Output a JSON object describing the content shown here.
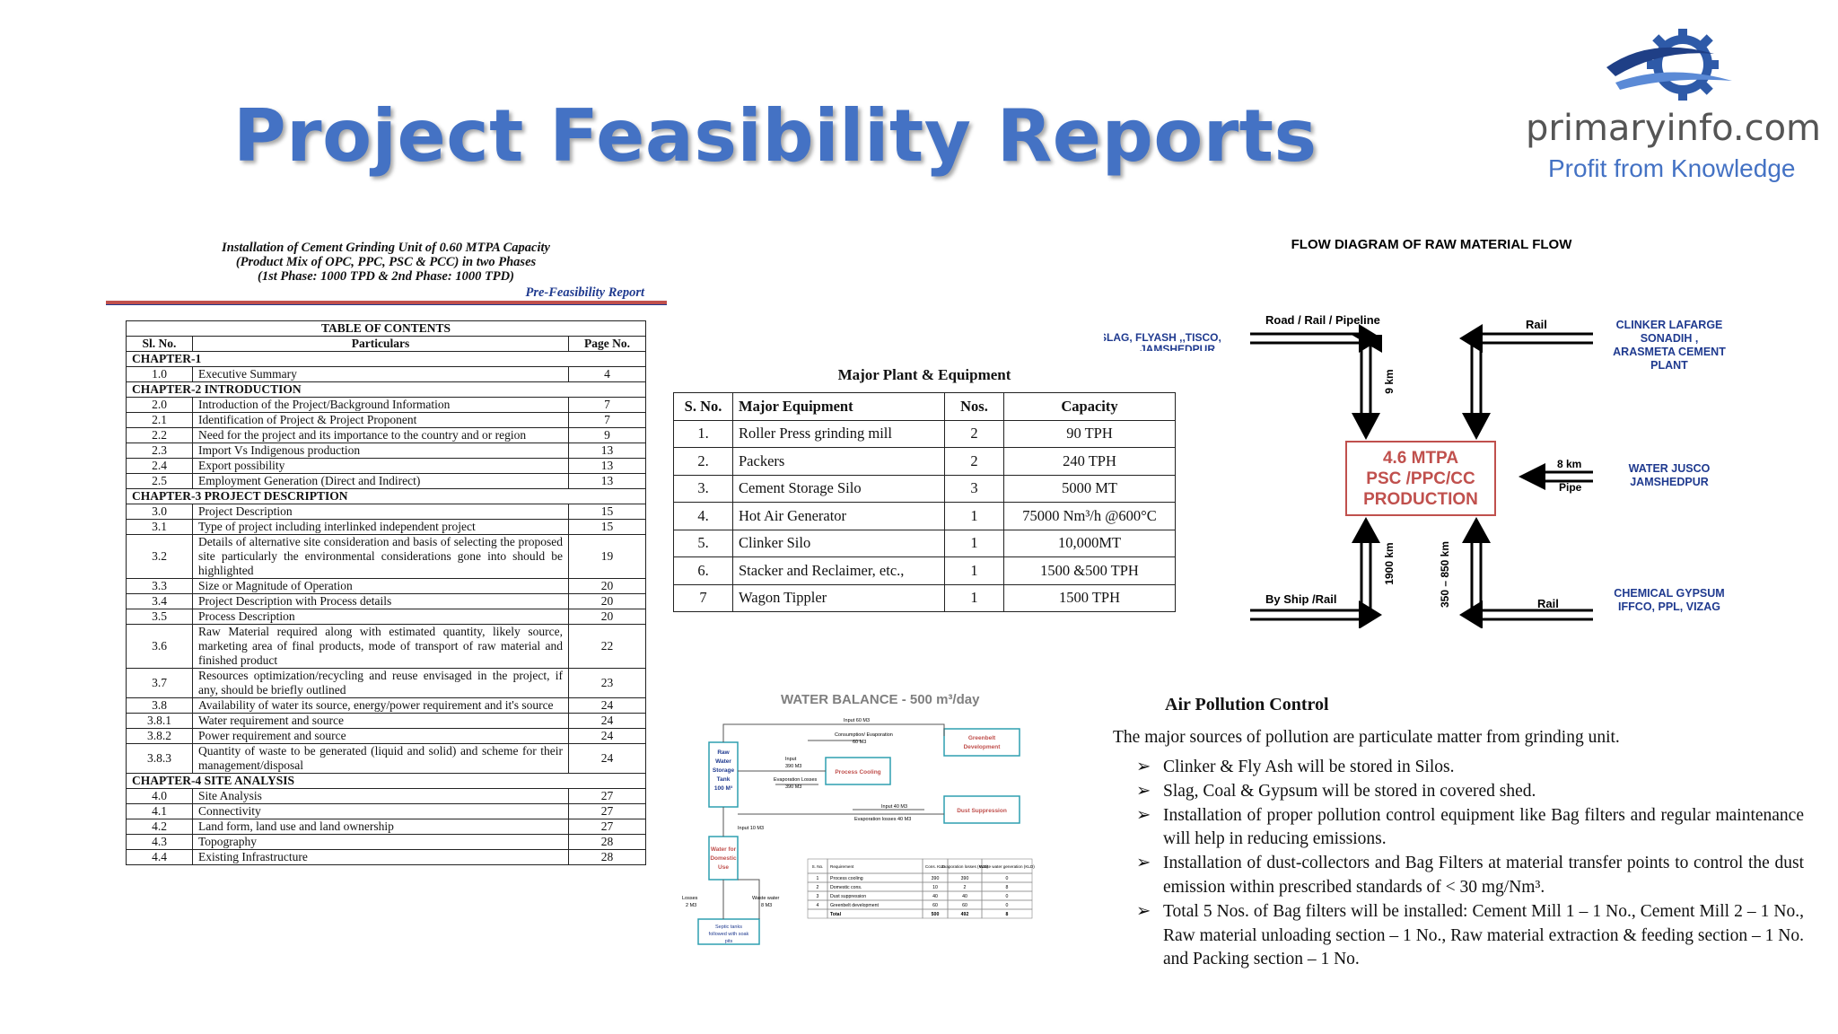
{
  "page_title": "Project Feasibility Reports",
  "logo": {
    "name": "primaryinfo.com",
    "tagline": "Profit from Knowledge"
  },
  "report_header": {
    "lines": [
      "Installation of Cement Grinding Unit of 0.60 MTPA Capacity",
      "(Product Mix of OPC, PPC, PSC & PCC) in two Phases",
      "(1st Phase: 1000 TPD & 2nd Phase: 1000 TPD)"
    ],
    "subtitle": "Pre-Feasibility Report"
  },
  "toc": {
    "heading": "TABLE OF CONTENTS",
    "columns": [
      "Sl. No.",
      "Particulars",
      "Page No."
    ],
    "rows": [
      {
        "type": "chapter",
        "text": "CHAPTER-1"
      },
      {
        "no": "1.0",
        "text": "Executive Summary",
        "page": "4"
      },
      {
        "type": "chapter",
        "text": "CHAPTER-2  INTRODUCTION"
      },
      {
        "no": "2.0",
        "text": "Introduction of the Project/Background Information",
        "page": "7"
      },
      {
        "no": "2.1",
        "text": "Identification of Project & Project Proponent",
        "page": "7"
      },
      {
        "no": "2.2",
        "text": "Need for the project and its importance to the country and or region",
        "page": "9"
      },
      {
        "no": "2.3",
        "text": "Import Vs Indigenous production",
        "page": "13"
      },
      {
        "no": "2.4",
        "text": "Export possibility",
        "page": "13"
      },
      {
        "no": "2.5",
        "text": "Employment Generation (Direct and Indirect)",
        "page": "13"
      },
      {
        "type": "chapter",
        "text": "CHAPTER-3  PROJECT DESCRIPTION"
      },
      {
        "no": "3.0",
        "text": "Project Description",
        "page": "15"
      },
      {
        "no": "3.1",
        "text": "Type of project including interlinked independent project",
        "page": "15"
      },
      {
        "no": "3.2",
        "text": "Details of alternative site consideration and basis of selecting the proposed site particularly the environmental considerations gone into should be highlighted",
        "page": "19"
      },
      {
        "no": "3.3",
        "text": "Size or Magnitude of Operation",
        "page": "20"
      },
      {
        "no": "3.4",
        "text": "Project Description with Process details",
        "page": "20"
      },
      {
        "no": "3.5",
        "text": "Process Description",
        "page": "20"
      },
      {
        "no": "3.6",
        "text": "Raw Material required along with estimated quantity, likely source, marketing area of final products, mode of transport of raw material and finished product",
        "page": "22"
      },
      {
        "no": "3.7",
        "text": "Resources optimization/recycling and reuse envisaged in the project, if any, should be briefly outlined",
        "page": "23"
      },
      {
        "no": "3.8",
        "text": "Availability of water its source, energy/power requirement and it's source",
        "page": "24"
      },
      {
        "no": "3.8.1",
        "text": "Water requirement and source",
        "page": "24"
      },
      {
        "no": "3.8.2",
        "text": "Power requirement and source",
        "page": "24"
      },
      {
        "no": "3.8.3",
        "text": "Quantity of waste to be generated (liquid and solid) and scheme for their management/disposal",
        "page": "24"
      },
      {
        "type": "chapter",
        "text": "CHAPTER-4  SITE ANALYSIS"
      },
      {
        "no": "4.0",
        "text": "Site Analysis",
        "page": "27"
      },
      {
        "no": "4.1",
        "text": "Connectivity",
        "page": "27"
      },
      {
        "no": "4.2",
        "text": "Land form, land use and land ownership",
        "page": "27"
      },
      {
        "no": "4.3",
        "text": "Topography",
        "page": "28"
      },
      {
        "no": "4.4",
        "text": "Existing Infrastructure",
        "page": "28"
      }
    ]
  },
  "equipment": {
    "caption": "Major Plant & Equipment",
    "columns": [
      "S. No.",
      "Major Equipment",
      "Nos.",
      "Capacity"
    ],
    "rows": [
      {
        "sno": "1.",
        "item": "Roller Press grinding mill",
        "nos": "2",
        "cap": "90 TPH"
      },
      {
        "sno": "2.",
        "item": "Packers",
        "nos": "2",
        "cap": "240 TPH"
      },
      {
        "sno": "3.",
        "item": "Cement Storage Silo",
        "nos": "3",
        "cap": "5000 MT"
      },
      {
        "sno": "4.",
        "item": "Hot Air Generator",
        "nos": "1",
        "cap": "75000 Nm³/h @600°C"
      },
      {
        "sno": "5.",
        "item": "Clinker Silo",
        "nos": "1",
        "cap": "10,000MT"
      },
      {
        "sno": "6.",
        "item": "Stacker and Reclaimer, etc.,",
        "nos": "1",
        "cap": "1500 &500 TPH"
      },
      {
        "sno": "7",
        "item": "Wagon Tippler",
        "nos": "1",
        "cap": "1500 TPH"
      }
    ]
  },
  "flow": {
    "title": "FLOW DIAGRAM OF RAW MATERIAL FLOW",
    "center": [
      "4.6 MTPA",
      "PSC /PPC/CC",
      "PRODUCTION"
    ],
    "tl_label": "Road / Rail / Pipeline",
    "tl_source": "SLAG, FLYASH ,,TISCO,",
    "tl_source2": "JAMSHEDPUR",
    "tl_dist": "9 km",
    "tr_label": "Rail",
    "tr_source": [
      "CLINKER LAFARGE",
      "SONADIH ,",
      "ARASMETA CEMENT",
      "PLANT"
    ],
    "r_dist": "8 km",
    "r_mode": "Pipe",
    "r_source": [
      "WATER JUSCO",
      "JAMSHEDPUR"
    ],
    "bl_label": "By Ship /Rail",
    "bl_dist": "1900 km",
    "br_dist": "350 – 850 km",
    "br_label": "Rail",
    "br_source": [
      "CHEMICAL GYPSUM",
      "IFFCO, PPL, VIZAG"
    ]
  },
  "water_balance": {
    "title": "WATER BALANCE - 500 m³/day",
    "tank": [
      "Raw",
      "Water",
      "Storage",
      "Tank",
      "100 M³"
    ],
    "domestic": [
      "Water for",
      "Domestic",
      "Use"
    ],
    "greenbelt": [
      "Greenbelt",
      "Development"
    ],
    "process": "Process Cooling",
    "dust": "Dust Suppression",
    "septic": [
      "Septic tanks",
      "followed with soak",
      "pits"
    ],
    "lbl_input60": "Input 60 M3",
    "lbl_cons": "Consumption/ Evaporation",
    "lbl_cons2": "60 M3",
    "lbl_input390": "Input",
    "lbl_input390b": "390 M3",
    "lbl_evap390": "Evaporation Losses",
    "lbl_evap390b": "390 M3",
    "lbl_input40": "Input  40 M3",
    "lbl_evap40": "Evaporation losses  40 M3",
    "lbl_input10": "Input 10 M3",
    "lbl_losses": "Losses",
    "lbl_losses2": "2 M3",
    "lbl_ww": "Waste water",
    "lbl_ww2": "8 M3",
    "table_cols": [
      "S. No.",
      "Requirement",
      "Cons. KLD",
      "Evaporation losses (KLD)",
      "Waste water generation (KLD)"
    ],
    "table_rows": [
      [
        "1",
        "Process cooling",
        "390",
        "390",
        "0"
      ],
      [
        "2",
        "Domestic cons.",
        "10",
        "2",
        "8"
      ],
      [
        "3",
        "Dust suppression",
        "40",
        "40",
        "0"
      ],
      [
        "4",
        "Greenbelt development",
        "60",
        "60",
        "0"
      ],
      [
        "",
        "Total",
        "500",
        "492",
        "8"
      ]
    ]
  },
  "air_pollution": {
    "title": "Air Pollution Control",
    "intro": "The major sources of pollution are particulate matter from grinding unit.",
    "items": [
      "Clinker & Fly Ash will be stored in Silos.",
      "Slag, Coal & Gypsum will be stored in covered shed.",
      "Installation of proper pollution control equipment like Bag filters and regular maintenance will help in reducing emissions.",
      "Installation of dust-collectors and Bag Filters at material transfer points to control the dust emission within prescribed standards of < 30 mg/Nm³.",
      "Total 5 Nos. of Bag filters will be installed: Cement Mill 1 – 1 No., Cement Mill 2 – 1 No., Raw material unloading section – 1 No., Raw material extraction & feeding section – 1 No. and Packing section – 1 No."
    ]
  }
}
